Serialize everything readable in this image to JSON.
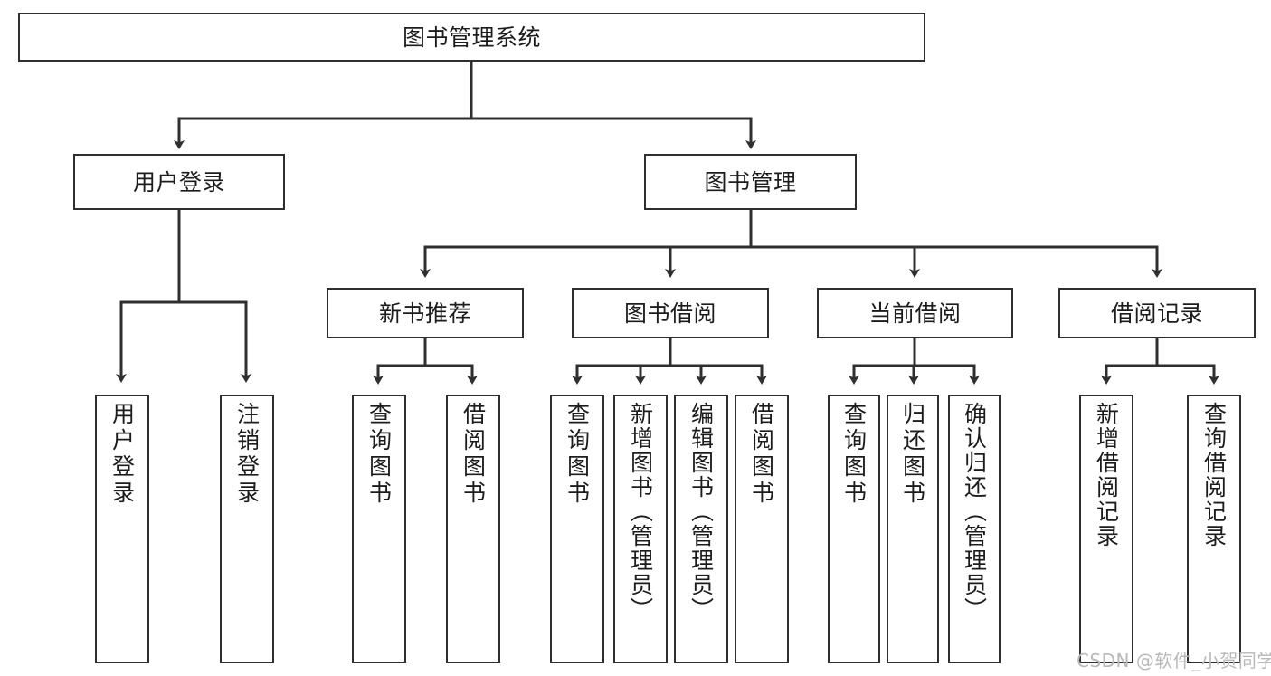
{
  "diagram": {
    "title": "图书管理系统",
    "type": "hierarchy-tree",
    "colors": {
      "box_border": "#2f2f2f",
      "box_fill": "#ffffff",
      "edge": "#2f2f2f",
      "text": "#1c1c1c",
      "watermark": "#b9b9b9",
      "background": "#ffffff"
    },
    "nodes": {
      "root": {
        "label": "图书管理系统"
      },
      "level2": [
        {
          "label": "用户登录"
        },
        {
          "label": "图书管理"
        }
      ],
      "level3": [
        {
          "label": "新书推荐"
        },
        {
          "label": "图书借阅"
        },
        {
          "label": "当前借阅"
        },
        {
          "label": "借阅记录"
        }
      ],
      "leaves": {
        "user_login": [
          {
            "label": "用户登录"
          },
          {
            "label": "注销登录"
          }
        ],
        "new_book": [
          {
            "label": "查询图书"
          },
          {
            "label": "借阅图书"
          }
        ],
        "book_borrow": [
          {
            "label": "查询图书"
          },
          {
            "label": "新增图书（管理员）"
          },
          {
            "label": "编辑图书（管理员）"
          },
          {
            "label": "借阅图书"
          }
        ],
        "current_borrow": [
          {
            "label": "查询图书"
          },
          {
            "label": "归还图书"
          },
          {
            "label": "确认归还（管理员）"
          }
        ],
        "borrow_record": [
          {
            "label": "新增借阅记录"
          },
          {
            "label": "查询借阅记录"
          }
        ]
      }
    },
    "watermark": "CSDN @软件_小贺同学"
  }
}
